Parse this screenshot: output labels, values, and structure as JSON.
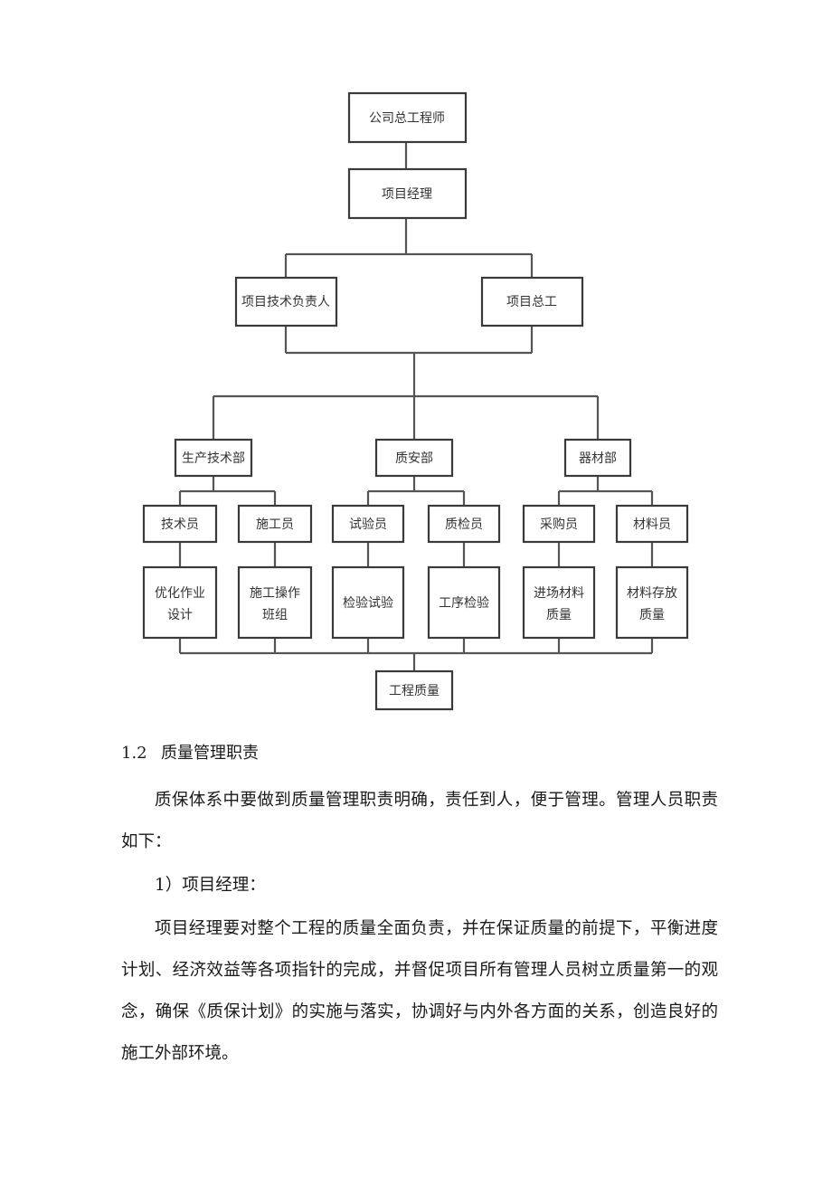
{
  "org_chart": {
    "nodes": {
      "chief_engineer": "公司总工程师",
      "project_manager": "项目经理",
      "tech_lead": "项目技术负责人",
      "project_chief": "项目总工",
      "production_tech_dept": "生产技术部",
      "quality_safety_dept": "质安部",
      "equipment_dept": "器材部",
      "technician": "技术员",
      "constructor": "施工员",
      "tester": "试验员",
      "quality_inspector": "质检员",
      "purchaser": "采购员",
      "material_clerk": "材料员",
      "task_optimize": [
        "优化作业",
        "设计"
      ],
      "task_operation": [
        "施工操作",
        "班组"
      ],
      "task_testing": "检验试验",
      "task_process": "工序检验",
      "task_incoming": [
        "进场材料",
        "质量"
      ],
      "task_storage": [
        "材料存放",
        "质量"
      ],
      "project_quality": "工程质量"
    }
  },
  "document": {
    "section_number": "1.2",
    "section_title": "质量管理职责",
    "intro": "质保体系中要做到质量管理职责明确，责任到人，便于管理。管理人员职责如下：",
    "manager_title": "1）项目经理：",
    "manager_duty": "项目经理要对整个工程的质量全面负责，并在保证质量的前提下，平衡进度计划、经济效益等各项指针的完成，并督促项目所有管理人员树立质量第一的观念，确保《质保计划》的实施与落实，协调好与内外各方面的关系，创造良好的施工外部环境。"
  }
}
